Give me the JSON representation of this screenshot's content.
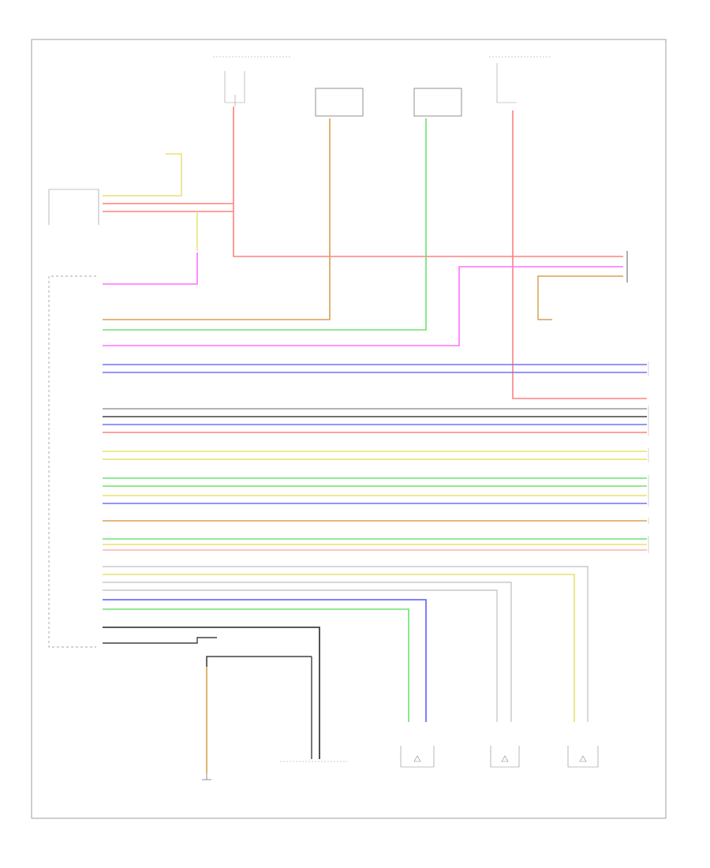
{
  "diagram": {
    "connectors": [
      {
        "id": "fuse-box-left",
        "text": ""
      },
      {
        "id": "fuse-box-right",
        "text": ""
      },
      {
        "id": "lf-sensor-module",
        "text": ""
      },
      {
        "id": "rf-sensor-module",
        "text": ""
      },
      {
        "id": "left-front-sensor",
        "text": ""
      },
      {
        "id": "central-module",
        "text": ""
      },
      {
        "id": "ground-left",
        "text": ""
      },
      {
        "id": "left-occupant-sensor",
        "text": ""
      },
      {
        "id": "center-occupant-sensor",
        "text": ""
      },
      {
        "id": "right-occupant-sensor",
        "text": ""
      }
    ],
    "wire_colors": {
      "red": "#ff8080",
      "pink": "#ff70ff",
      "orange": "#d9a050",
      "yellow": "#e8e070",
      "green": "#70e070",
      "blue": "#7070ff",
      "black": "#404040",
      "gray": "#9a9a9a",
      "light_gray": "#c8c8c8"
    },
    "footer": ""
  }
}
